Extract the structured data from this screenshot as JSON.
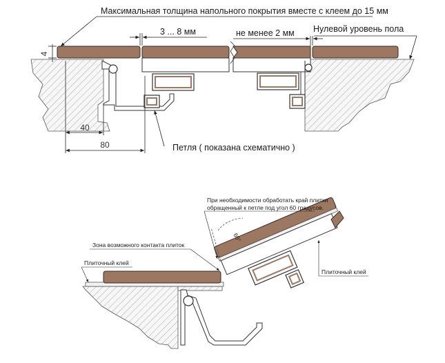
{
  "top_labels": {
    "max_thickness": "Максимальная толщина напольного покрытия вместе с клеем до 15 мм",
    "gap_range": "3 ... 8 мм",
    "min_gap": "не менее 2 мм",
    "zero_level": "Нулевой уровень пола",
    "loop_note": "Петля ( показана схематично )",
    "dim_4": "4",
    "dim_40": "40",
    "dim_80": "80"
  },
  "bottom_labels": {
    "bevel_note_line1": "При необходимости обработать край плитки",
    "bevel_note_line2": "обращенный к петле под угол 60 градусов.",
    "angle": "60°",
    "contact_zone": "Зона возможного контакта плиток",
    "tile_glue_left": "Плиточный клей",
    "tile_glue_right": "Плиточный клей"
  },
  "colors": {
    "tile": "#9c7761",
    "tile_edge": "#3a2a22",
    "line": "#222222",
    "hatch": "#9a9a9a",
    "concrete": "#f4f4f4"
  }
}
